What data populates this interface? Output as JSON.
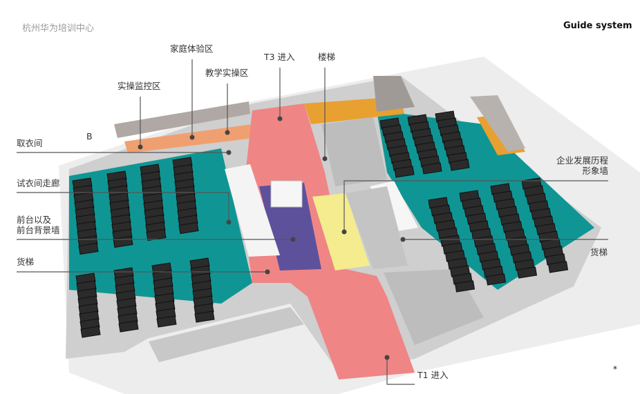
{
  "header": {
    "subtitle": "杭州华为培训中心",
    "brand": "Guide system"
  },
  "labels": {
    "monitor_zone": "实操监控区",
    "family_zone": "家庭体验区",
    "teaching_zone": "教学实操区",
    "t3_entry": "T3 进入",
    "stairs": "楼梯",
    "b_marker": "B",
    "cloakroom": "取衣间",
    "fitting_corridor": "试衣间走廊",
    "reception_line1": "前台以及",
    "reception_line2": "前台背景墙",
    "freight_left": "货梯",
    "history_wall_line1": "企业发展历程",
    "history_wall_line2": "形象墙",
    "freight_right": "货梯",
    "t1_entry": "T1 进入"
  },
  "footer": {
    "mark": "*"
  },
  "colors": {
    "corridor": "#ee8080",
    "teal": "#129a98",
    "orange": "#e8a030",
    "yellow": "#f2ea8c",
    "purple": "#5a4f9a",
    "server": "#2b2b2b",
    "floor": "#ececec"
  }
}
